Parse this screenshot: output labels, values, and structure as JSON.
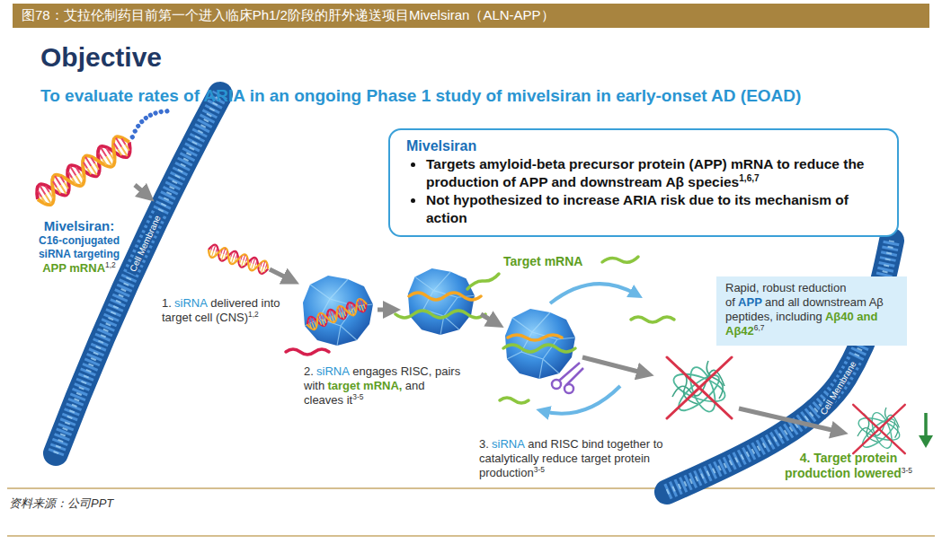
{
  "diagram": {
    "title": "图78：艾拉伦制药目前第一个进入临床Ph1/2阶段的肝外递送项目Mivelsiran（ALN-APP）",
    "caption": "资料来源：公司PPT",
    "nodes": [
      {
        "text": [
          "Mivelsiran",
          "Targets amyloid-beta precursor protein (APP) mRNA to reduce the production of APP and downstream Aβ species",
          "1,6,7",
          "Not hypothesized to increase ARIA risk due to its mechanism of action"
        ]
      },
      {
        "text": [
          "Rapid, robust reduction of",
          "APP",
          "and all downstream Aβ peptides, including",
          "Aβ40 and Aβ42",
          "6,7"
        ]
      }
    ],
    "labels": [
      "Objective",
      "To evaluate rates of ARIA in an ongoing Phase 1 study of mivelsiran in early-onset AD (EOAD)",
      "Mivelsiran:",
      "C16-conjugated siRNA targeting",
      "APP mRNA",
      "1,2",
      "Cell Membrane",
      "1.",
      "siRNA",
      "delivered into target cell (CNS)",
      "1,2",
      "Target mRNA",
      "2.",
      "siRNA",
      "engages RISC, pairs with",
      "target mRNA,",
      "and cleaves it",
      "3-5",
      "3.",
      "siRNA",
      "and RISC bind together to catalytically reduce target protein production",
      "3-5",
      "Cell Membrane",
      "4. Target protein production lowered",
      "3-5"
    ]
  }
}
